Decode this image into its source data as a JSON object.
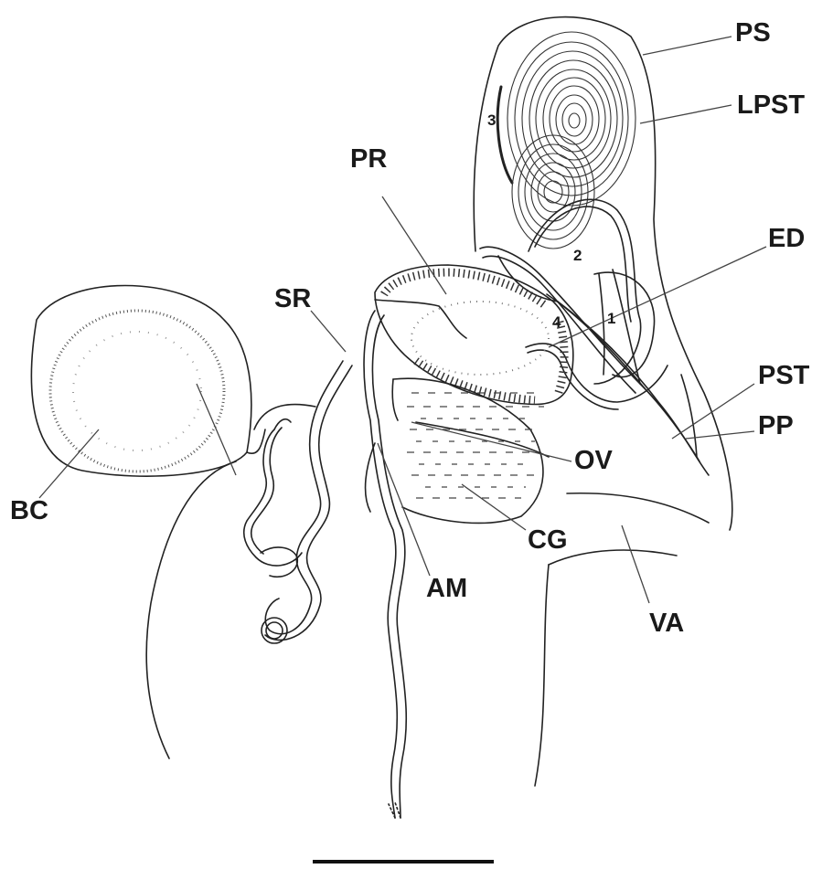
{
  "labels": {
    "ps": "PS",
    "lpst": "LPST",
    "pr": "PR",
    "ed": "ED",
    "sr": "SR",
    "pst": "PST",
    "pp": "PP",
    "bc": "BC",
    "ov": "OV",
    "cg": "CG",
    "am": "AM",
    "va": "VA"
  },
  "numbers": {
    "n1": "1",
    "n2": "2",
    "n3": "3",
    "n4": "4"
  },
  "colors": {
    "ink": "#222222",
    "background": "#ffffff"
  }
}
